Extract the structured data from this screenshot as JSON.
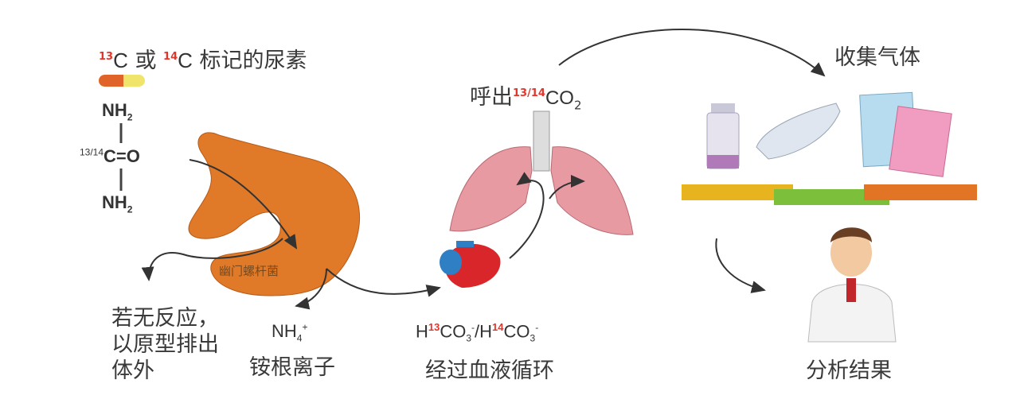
{
  "title": {
    "iso1": "13",
    "c1": "C",
    "or": " 或 ",
    "iso2": "14",
    "c2": "C",
    "rest": " 标记的尿素"
  },
  "urea": {
    "nh2_top": "NH",
    "sub2": "2",
    "iso": "13/14",
    "co": "C=O",
    "nh2_bottom": "NH"
  },
  "bacteria_label": "幽门螺杆菌",
  "no_reaction": [
    "若无反应，",
    "以原型排出",
    "体外"
  ],
  "ammonium": {
    "formula": "NH",
    "sub": "4",
    "charge": "+",
    "name": "铵根离子"
  },
  "bicarbonate": {
    "h1": "H",
    "iso1": "13",
    "co1": "CO",
    "sub": "3",
    "charge": "-",
    "slash": "/H",
    "iso2": "14",
    "co2": "CO",
    "name": "经过血液循环"
  },
  "exhale": {
    "label": "呼出",
    "iso": "13/14",
    "co": "CO",
    "sub": "2"
  },
  "collect_label": "收集气体",
  "analysis_label": "分析结果",
  "colors": {
    "stomach": "#e07a28",
    "lung": "#e89aa3",
    "heart_red": "#d9262a",
    "heart_blue": "#2f7fc4",
    "isotope": "#e2352b"
  }
}
